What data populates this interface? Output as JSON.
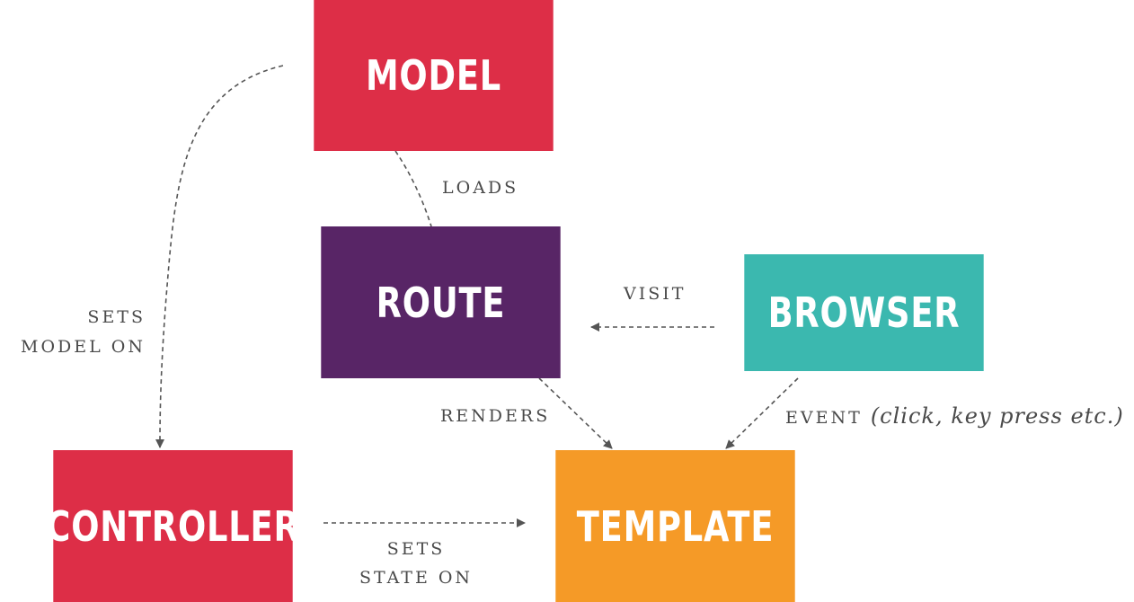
{
  "nodes": {
    "model": {
      "label": "MODEL",
      "color": "#dd2e47"
    },
    "route": {
      "label": "ROUTE",
      "color": "#582566"
    },
    "browser": {
      "label": "BROWSER",
      "color": "#3bb8af"
    },
    "controller": {
      "label": "CONTROLLER",
      "color": "#dd2e47"
    },
    "template": {
      "label": "TEMPLATE",
      "color": "#f59a27"
    }
  },
  "edges": {
    "loads": {
      "label": "LOADS"
    },
    "sets_model_on": {
      "line1": "SETS",
      "line2": "MODEL ON"
    },
    "visit": {
      "label": "VISIT"
    },
    "renders": {
      "label": "RENDERS"
    },
    "event": {
      "label": "EVENT",
      "detail": "(click, key press etc.)"
    },
    "sets_state_on": {
      "line1": "SETS",
      "line2": "STATE ON"
    }
  },
  "edge_color": "#555555"
}
